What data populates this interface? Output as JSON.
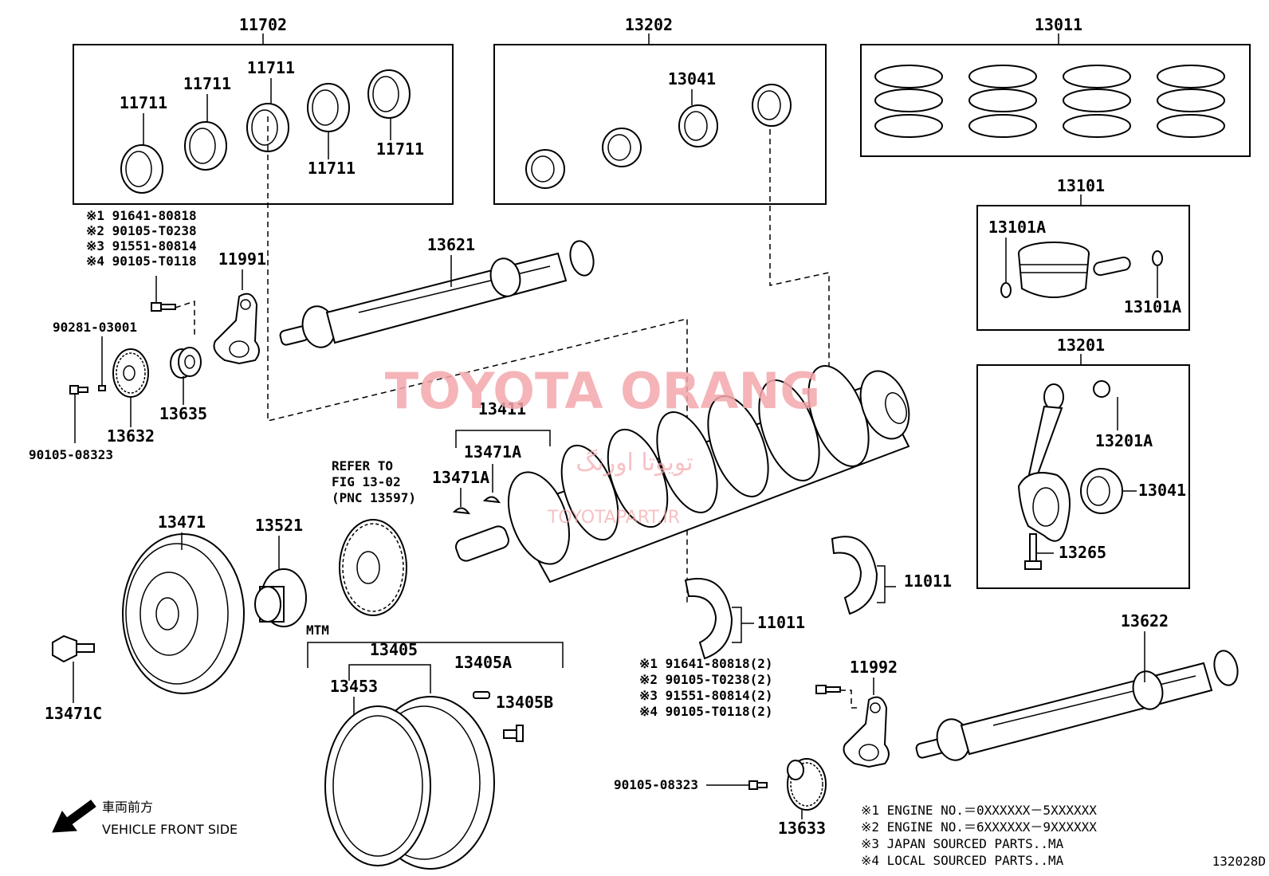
{
  "watermark": {
    "brand": "TOYOTA ORANG",
    "persian": "تویوتا اورنگ",
    "site": "TOYOTAPART.IR"
  },
  "figure_code": "132028D",
  "boxes": {
    "box_11702": {
      "code": "11702"
    },
    "box_13202": {
      "code": "13202"
    },
    "box_13011": {
      "code": "13011"
    },
    "box_13101": {
      "code": "13101"
    },
    "box_13201": {
      "code": "13201"
    }
  },
  "labels": {
    "l11711a": "11711",
    "l11711b": "11711",
    "l11711c": "11711",
    "l11711d": "11711",
    "l11711e": "11711",
    "l13041a": "13041",
    "l13101a1": "13101A",
    "l13101a2": "13101A",
    "l13201a": "13201A",
    "l13041b": "13041",
    "l13265": "13265",
    "l11991": "11991",
    "l13621": "13621",
    "l90281": "90281-03001",
    "l13635": "13635",
    "l13632": "13632",
    "l90105a": "90105-08323",
    "l13411": "13411",
    "l13471a1": "13471A",
    "l13471a2": "13471A",
    "l13471": "13471",
    "l13521": "13521",
    "l11011a": "11011",
    "l11011b": "11011",
    "l13622": "13622",
    "l11992": "11992",
    "l13405": "13405",
    "l13405a": "13405A",
    "l13405b": "13405B",
    "l13453": "13453",
    "l13471c": "13471C",
    "l90105b": "90105-08323",
    "l13633": "13633",
    "mtm": "MTM"
  },
  "refer_note": [
    "REFER TO",
    "FIG 13-02",
    "(PNC 13597)"
  ],
  "bolt_list_top": [
    "※1 91641-80818",
    "※2 90105-T0238",
    "※3 91551-80814",
    "※4 90105-T0118"
  ],
  "bolt_list_bottom": [
    "※1  91641-80818(2)",
    "※2  90105-T0238(2)",
    "※3  91551-80814(2)",
    "※4  90105-T0118(2)"
  ],
  "footnotes": [
    "※1 ENGINE NO.＝0XXXXXX－5XXXXXX",
    "※2 ENGINE NO.＝6XXXXXX－9XXXXXX",
    "※3 JAPAN SOURCED PARTS..MA",
    "※4 LOCAL SOURCED PARTS..MA"
  ],
  "direction": {
    "jp": "車両前方",
    "en": "VEHICLE FRONT SIDE"
  }
}
